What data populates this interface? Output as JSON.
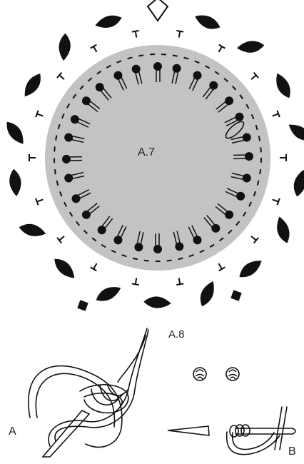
{
  "labels": {
    "chart_a7": "A.7",
    "chart_a8": "A.8",
    "fig_a": "A",
    "fig_b": "B"
  },
  "symbols": {
    "petal": "black-petal-icon",
    "start": "diamond-start-icon",
    "square": "black-square-icon",
    "t_mark": "t-stitch-icon",
    "french_knot": "french-knot-icon",
    "bullion": "bullion-stitch-icon",
    "oval": "lazy-daisy-icon"
  },
  "colors": {
    "background": "#ffffff",
    "circle_fill": "#c3c3c3",
    "ink": "#111111"
  }
}
